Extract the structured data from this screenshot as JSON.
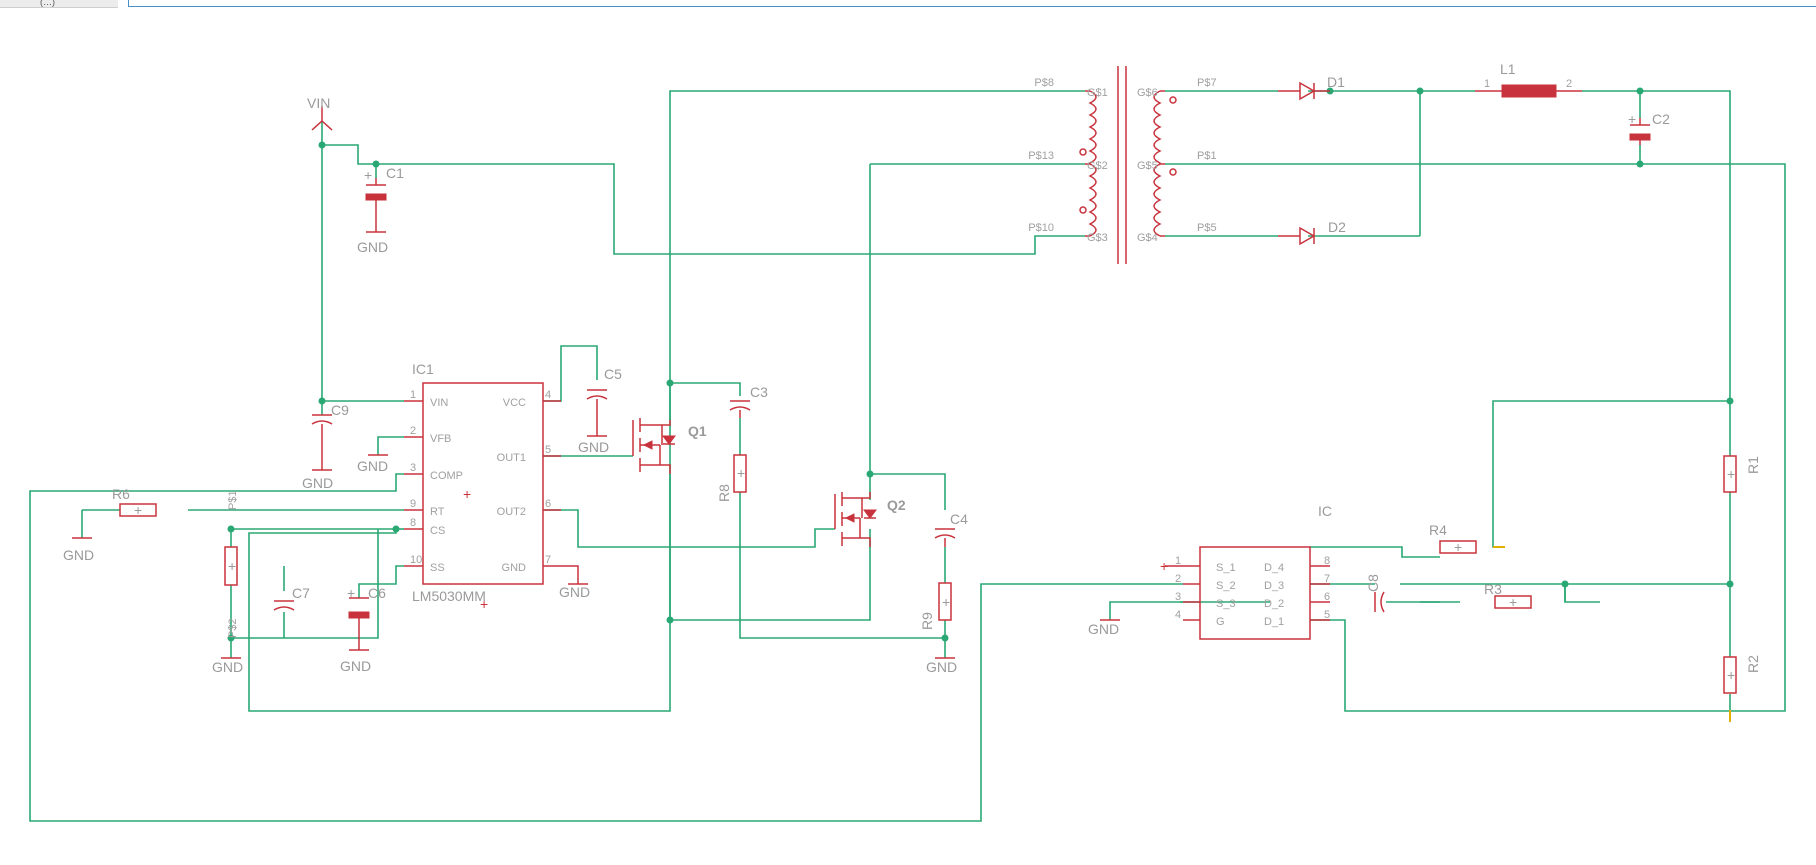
{
  "app": {
    "tab_label": "(…)",
    "command_placeholder": ""
  },
  "colors": {
    "wire": "#2aa874",
    "symbol": "#c8323c",
    "label": "#9a9a9a"
  },
  "labels": {
    "vin": "VIN",
    "gnd": "GND",
    "c1": "C1",
    "c2": "C2",
    "c3": "C3",
    "c4": "C4",
    "c5": "C5",
    "c6": "C6",
    "c7": "C7",
    "c8": "C8",
    "c9": "C9",
    "r1": "R1",
    "r2": "R2",
    "r3": "R3",
    "r4": "R4",
    "r6": "R6",
    "r8": "R8",
    "r9": "R9",
    "ps1": "P$1",
    "ps2": "P$2",
    "d1": "D1",
    "d2": "D2",
    "l1": "L1",
    "q1": "Q1",
    "q2": "Q2",
    "ic1": "IC1",
    "ic1_value": "LM5030MM",
    "ic": "IC",
    "l1_pin1": "1",
    "l1_pin2": "2"
  },
  "ic1_pins": {
    "left": [
      {
        "num": "1",
        "name": "VIN"
      },
      {
        "num": "2",
        "name": "VFB"
      },
      {
        "num": "3",
        "name": "COMP"
      },
      {
        "num": "9",
        "name": "RT"
      },
      {
        "num": "8",
        "name": "CS"
      },
      {
        "num": "10",
        "name": "SS"
      }
    ],
    "right": [
      {
        "num": "4",
        "name": "VCC"
      },
      {
        "num": "5",
        "name": "OUT1"
      },
      {
        "num": "6",
        "name": "OUT2"
      },
      {
        "num": "7",
        "name": "GND"
      }
    ]
  },
  "ic2_pins": {
    "left": [
      {
        "num": "1",
        "name": "S_1"
      },
      {
        "num": "2",
        "name": "S_2"
      },
      {
        "num": "3",
        "name": "S_3"
      },
      {
        "num": "4",
        "name": "G"
      }
    ],
    "right": [
      {
        "num": "8",
        "name": "D_4"
      },
      {
        "num": "7",
        "name": "D_3"
      },
      {
        "num": "6",
        "name": "D_2"
      },
      {
        "num": "5",
        "name": "D_1"
      }
    ]
  },
  "transformer": {
    "primary": [
      {
        "pad": "P$8",
        "pin": "G$1"
      },
      {
        "pad": "P$13",
        "pin": "G$2"
      },
      {
        "pad": "P$10",
        "pin": "G$3"
      }
    ],
    "secondary": [
      {
        "pin": "G$6",
        "pad": "P$7"
      },
      {
        "pin": "G$5",
        "pad": "P$1"
      },
      {
        "pin": "G$4",
        "pad": "P$5"
      }
    ]
  }
}
